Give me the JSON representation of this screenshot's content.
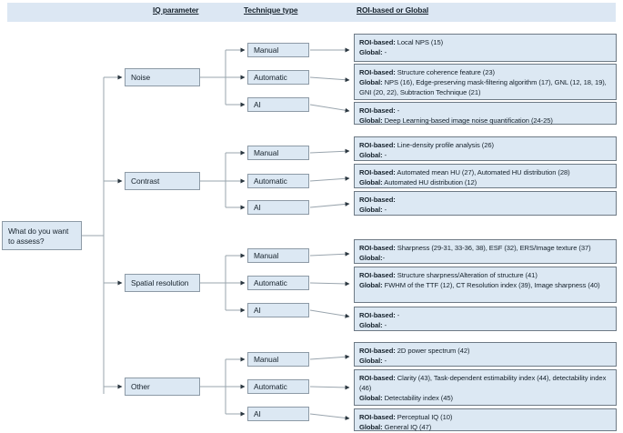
{
  "header": {
    "columns": [
      {
        "id": "iq-parameter",
        "label": "IQ parameter"
      },
      {
        "id": "technique-type",
        "label": "Technique type"
      },
      {
        "id": "roi-based-or-global",
        "label": "ROI-based or Global"
      }
    ],
    "band_color": "#dce7f3"
  },
  "theme": {
    "node_fill": "#dce8f3",
    "node_border": "#8d9aa6",
    "roi_border": "#6e7a85",
    "wire_color": "#9aa5ae",
    "text_color": "#16222c"
  },
  "root": {
    "line1": "What do you want",
    "line2": "to assess?"
  },
  "technique_labels": {
    "manual": "Manual",
    "automatic": "Automatic",
    "ai": "AI"
  },
  "roi_prefix": "ROI-based:",
  "global_prefix": "Global:",
  "branches": [
    {
      "id": "noise",
      "label": "Noise",
      "techniques": [
        {
          "id": "manual",
          "label": "Manual",
          "roi_based": " Local NPS (15)",
          "global": " -"
        },
        {
          "id": "automatic",
          "label": "Automatic",
          "roi_based": " Structure coherence feature (23)",
          "global": " NPS (16), Edge-preserving mask-filtering algorithm (17), GNL (12, 18, 19), GNI (20, 22), Subtraction Technique (21)"
        },
        {
          "id": "ai",
          "label": "AI",
          "roi_based": " -",
          "global": " Deep Learning-based image noise quantification (24-25)"
        }
      ]
    },
    {
      "id": "contrast",
      "label": "Contrast",
      "techniques": [
        {
          "id": "manual",
          "label": "Manual",
          "roi_based": " Line-density profile analysis (26)",
          "global": " -"
        },
        {
          "id": "automatic",
          "label": "Automatic",
          "roi_based": " Automated mean HU (27), Automated HU distribution (28)",
          "global": " Automated HU distribution (12)"
        },
        {
          "id": "ai",
          "label": "AI",
          "roi_based": "",
          "global": " -"
        }
      ]
    },
    {
      "id": "spatial-resolution",
      "label": "Spatial resolution",
      "techniques": [
        {
          "id": "manual",
          "label": "Manual",
          "roi_based": " Sharpness (29-31, 33-36, 38), ESF (32), ERS/Image texture (37)",
          "global": "-"
        },
        {
          "id": "automatic",
          "label": "Automatic",
          "roi_based": " Structure sharpness/Alteration of structure (41)",
          "global": " FWHM of the TTF (12), CT Resolution index (39), Image sharpness (40)"
        },
        {
          "id": "ai",
          "label": "AI",
          "roi_based": " -",
          "global": " -"
        }
      ]
    },
    {
      "id": "other",
      "label": "Other",
      "techniques": [
        {
          "id": "manual",
          "label": "Manual",
          "roi_based": " 2D power spectrum (42)",
          "global": " -"
        },
        {
          "id": "automatic",
          "label": "Automatic",
          "roi_based": " Clarity (43), Task-dependent estimability index (44), detectability index (46)",
          "global": " Detectability index (45)"
        },
        {
          "id": "ai",
          "label": "AI",
          "roi_based": " Perceptual IQ (10)",
          "global": " General IQ (47)"
        }
      ]
    }
  ]
}
